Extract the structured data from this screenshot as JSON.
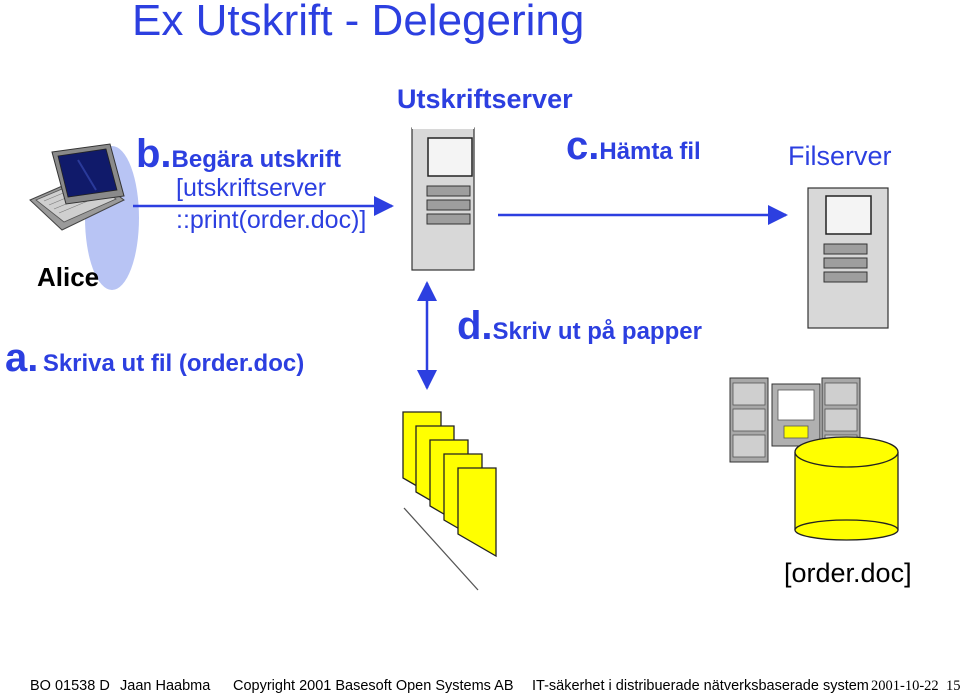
{
  "title": "Ex Utskrift - Delegering",
  "labels": {
    "alice": "Alice",
    "print_server": "Utskriftserver",
    "file_server": "Filserver",
    "file_ref": "[order.doc]"
  },
  "steps": {
    "a": {
      "letter": "a.",
      "text": "Skriva ut fil (order.doc)"
    },
    "b": {
      "letter": "b.",
      "text": "Begära utskrift",
      "line2": "[utskriftserver",
      "line3": "::print(order.doc)]"
    },
    "c": {
      "letter": "c.",
      "text": "Hämta fil"
    },
    "d": {
      "letter": "d.",
      "text": "Skriv ut på papper"
    }
  },
  "footer": {
    "code": "BO 01538 D",
    "author": "Jaan Haabma",
    "copyright": "Copyright 2001 Basesoft Open Systems AB",
    "course": "IT-säkerhet i distribuerade nätverksbaserade system",
    "date": "2001-10-22",
    "page": "15"
  },
  "colors": {
    "accent": "#2c3fe0",
    "paper": "#ffff00",
    "server": "#d8d8d8",
    "ellipse": "#b8c4f4",
    "laptop_screen": "#101a6a"
  }
}
